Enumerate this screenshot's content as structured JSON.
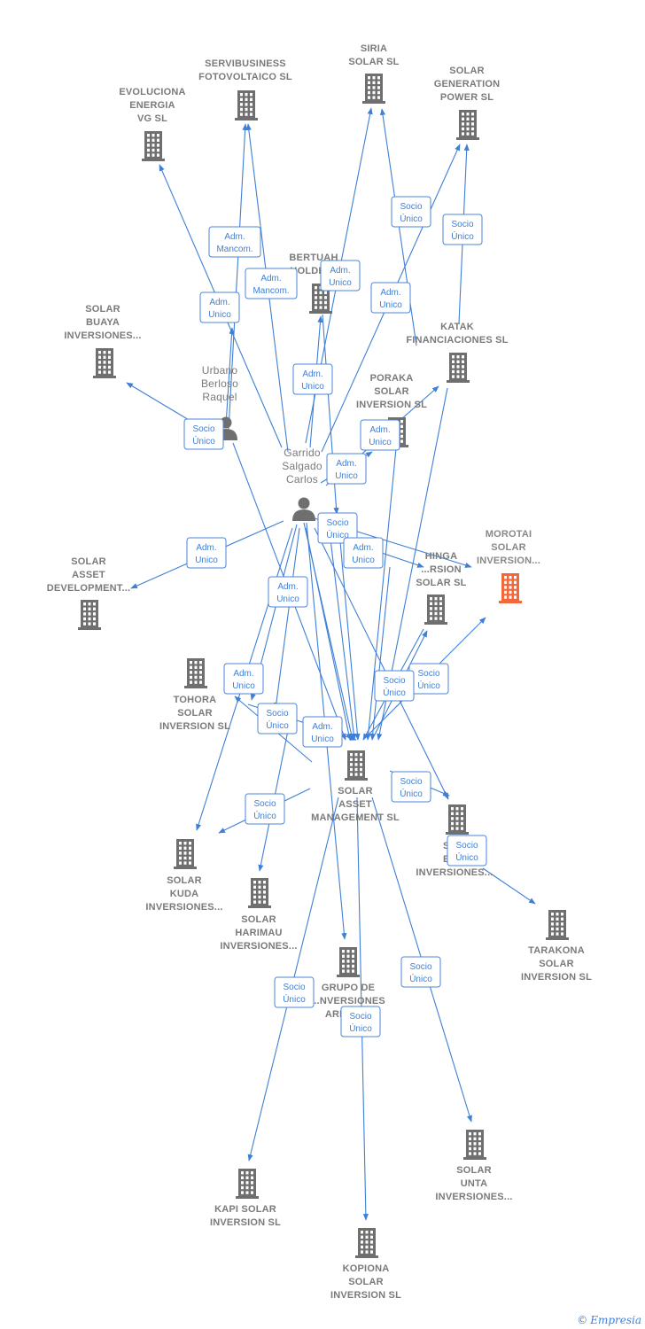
{
  "colors": {
    "edge": "#3f7fd6",
    "building": "#6f6f6f",
    "highlight": "#f2683a",
    "person": "#6f6f6f",
    "label": "#7a7a7a"
  },
  "badge_labels": {
    "adm_mancom": [
      "Adm.",
      "Mancom."
    ],
    "adm_unico": [
      "Adm.",
      "Unico"
    ],
    "socio_unico": [
      "Socio",
      "Único"
    ]
  },
  "nodes": [
    {
      "id": "evoluciona",
      "label": [
        "EVOLUCIONA",
        "ENERGIA",
        "VG  SL"
      ],
      "kind": "company",
      "icon": "building-icon"
    },
    {
      "id": "servibusiness",
      "label": [
        "SERVIBUSINESS",
        "FOTOVOLTAICO SL"
      ],
      "kind": "company",
      "icon": "building-icon"
    },
    {
      "id": "siria",
      "label": [
        "SIRIA",
        "SOLAR SL"
      ],
      "kind": "company",
      "icon": "building-icon"
    },
    {
      "id": "solar_generation",
      "label": [
        "SOLAR",
        "GENERATION",
        "POWER SL"
      ],
      "kind": "company",
      "icon": "building-icon"
    },
    {
      "id": "bertuah",
      "label": [
        "BERTUAH",
        "HOLDIN..."
      ],
      "kind": "company",
      "icon": "building-icon"
    },
    {
      "id": "solar_buaya",
      "label": [
        "SOLAR",
        "BUAYA",
        "INVERSIONES..."
      ],
      "kind": "company",
      "icon": "building-icon"
    },
    {
      "id": "katak",
      "label": [
        "KATAK",
        "FINANCIACIONES SL"
      ],
      "kind": "company",
      "icon": "building-icon"
    },
    {
      "id": "urbano",
      "label": [
        "Urbano",
        "Berloso",
        "Raquel"
      ],
      "kind": "person",
      "icon": "person-icon"
    },
    {
      "id": "poraka",
      "label": [
        "PORAKA",
        "SOLAR",
        "INVERSION  SL"
      ],
      "kind": "company",
      "icon": "building-icon"
    },
    {
      "id": "garrido",
      "label": [
        "Garrido",
        "Salgado",
        "Carlos"
      ],
      "kind": "person",
      "icon": "person-icon"
    },
    {
      "id": "morotai",
      "label": [
        "MOROTAI",
        "SOLAR",
        "INVERSION..."
      ],
      "kind": "company",
      "icon": "building-icon",
      "highlight": true
    },
    {
      "id": "solar_asset_dev",
      "label": [
        "SOLAR",
        "ASSET",
        "DEVELOPMENT..."
      ],
      "kind": "company",
      "icon": "building-icon"
    },
    {
      "id": "hinga",
      "label": [
        "HINGA",
        "...RSION",
        "SOLAR  SL"
      ],
      "kind": "company",
      "icon": "building-icon"
    },
    {
      "id": "tohora",
      "label": [
        "TOHORA",
        "SOLAR",
        "INVERSION  SL"
      ],
      "kind": "company",
      "icon": "building-icon"
    },
    {
      "id": "solar_asset_mgmt",
      "label": [
        "SOLAR",
        "ASSET",
        "MANAGEMENT SL"
      ],
      "kind": "company",
      "icon": "building-icon"
    },
    {
      "id": "solar_kuda",
      "label": [
        "SOLAR",
        "KUDA",
        "INVERSIONES..."
      ],
      "kind": "company",
      "icon": "building-icon"
    },
    {
      "id": "solar_ba",
      "label": [
        "SO...",
        "BA...",
        "INVERSIONES..."
      ],
      "kind": "company",
      "icon": "building-icon"
    },
    {
      "id": "solar_harimau",
      "label": [
        "SOLAR",
        "HARIMAU",
        "INVERSIONES..."
      ],
      "kind": "company",
      "icon": "building-icon"
    },
    {
      "id": "tarakona",
      "label": [
        "TARAKONA",
        "SOLAR",
        "INVERSION  SL"
      ],
      "kind": "company",
      "icon": "building-icon"
    },
    {
      "id": "grupo",
      "label": [
        "GRUPO DE",
        "...NVERSIONES",
        "ARISTO..."
      ],
      "kind": "company",
      "icon": "building-icon"
    },
    {
      "id": "solar_unta",
      "label": [
        "SOLAR",
        "UNTA",
        "INVERSIONES..."
      ],
      "kind": "company",
      "icon": "building-icon"
    },
    {
      "id": "kapi",
      "label": [
        "KAPI SOLAR",
        "INVERSION  SL"
      ],
      "kind": "company",
      "icon": "building-icon"
    },
    {
      "id": "kopiona",
      "label": [
        "KOPIONA",
        "SOLAR",
        "INVERSION  SL"
      ],
      "kind": "company",
      "icon": "building-icon"
    }
  ],
  "edges": [
    {
      "from": "urbano",
      "to": "servibusiness",
      "rel": "adm_mancom"
    },
    {
      "from": "garrido",
      "to": "servibusiness",
      "rel": "adm_mancom"
    },
    {
      "from": "garrido",
      "to": "evoluciona",
      "rel": "adm_unico"
    },
    {
      "from": "garrido",
      "to": "siria",
      "rel": "adm_unico"
    },
    {
      "from": "garrido",
      "to": "bertuah",
      "rel": "adm_unico"
    },
    {
      "from": "garrido",
      "to": "solar_generation",
      "rel": "adm_unico"
    },
    {
      "from": "solar_asset_mgmt",
      "to": "siria",
      "rel": "socio_unico"
    },
    {
      "from": "katak",
      "to": "solar_generation",
      "rel": "socio_unico"
    },
    {
      "from": "urbano",
      "to": "solar_buaya",
      "rel": "socio_unico"
    },
    {
      "from": "garrido",
      "to": "poraka",
      "rel": "adm_unico"
    },
    {
      "from": "garrido",
      "to": "katak",
      "rel": "adm_unico"
    },
    {
      "from": "garrido",
      "to": "solar_asset_dev",
      "rel": "adm_unico"
    },
    {
      "from": "garrido",
      "to": "morotai",
      "rel": "socio_unico"
    },
    {
      "from": "garrido",
      "to": "hinga",
      "rel": "adm_unico"
    },
    {
      "from": "solar_asset_mgmt",
      "to": "morotai",
      "rel": "socio_unico"
    },
    {
      "from": "solar_asset_mgmt",
      "to": "hinga",
      "rel": "socio_unico"
    },
    {
      "from": "garrido",
      "to": "solar_asset_mgmt",
      "rel": "adm_unico"
    },
    {
      "from": "garrido",
      "to": "tohora",
      "rel": "adm_unico"
    },
    {
      "from": "solar_asset_mgmt",
      "to": "solar_kuda",
      "rel": "socio_unico"
    },
    {
      "from": "solar_asset_mgmt",
      "to": "solar_harimau",
      "rel": "socio_unico"
    },
    {
      "from": "solar_asset_mgmt",
      "to": "solar_ba",
      "rel": "socio_unico"
    },
    {
      "from": "solar_asset_mgmt",
      "to": "tarakona",
      "rel": "socio_unico"
    },
    {
      "from": "solar_asset_mgmt",
      "to": "kapi",
      "rel": "socio_unico"
    },
    {
      "from": "solar_asset_mgmt",
      "to": "kopiona",
      "rel": "socio_unico"
    },
    {
      "from": "solar_asset_mgmt",
      "to": "solar_unta",
      "rel": "socio_unico"
    },
    {
      "from": "garrido",
      "to": "grupo",
      "rel": "adm_unico"
    }
  ],
  "footer": {
    "copyright": "©",
    "brand": "Empresia"
  }
}
